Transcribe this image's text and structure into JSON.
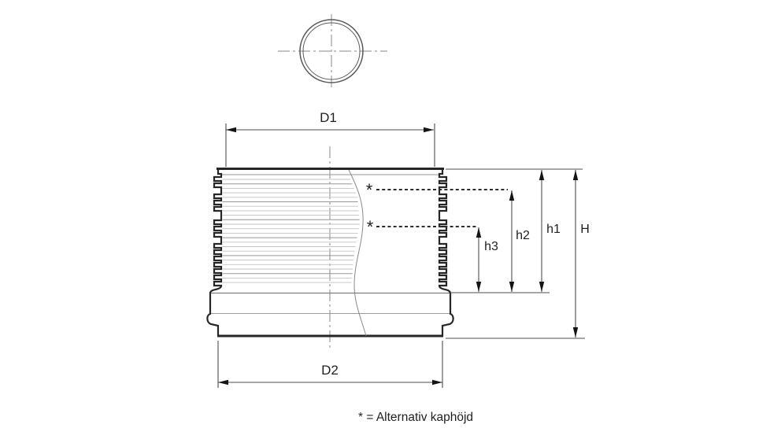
{
  "diagram": {
    "labels": {
      "d1": "D1",
      "d2": "D2",
      "h1": "h1",
      "h2": "h2",
      "h3": "h3",
      "h_total": "H"
    },
    "markers": {
      "asterisk": "*"
    },
    "note": "* = Alternativ kaphöjd",
    "colors": {
      "background": "#ffffff",
      "outline": "#262626",
      "dimension_line": "#4d4d4d",
      "arrow": "#141414",
      "corrugation_line": "#c2c2c2",
      "centerline": "#8a8a8a",
      "text": "#1f1f1f"
    }
  }
}
